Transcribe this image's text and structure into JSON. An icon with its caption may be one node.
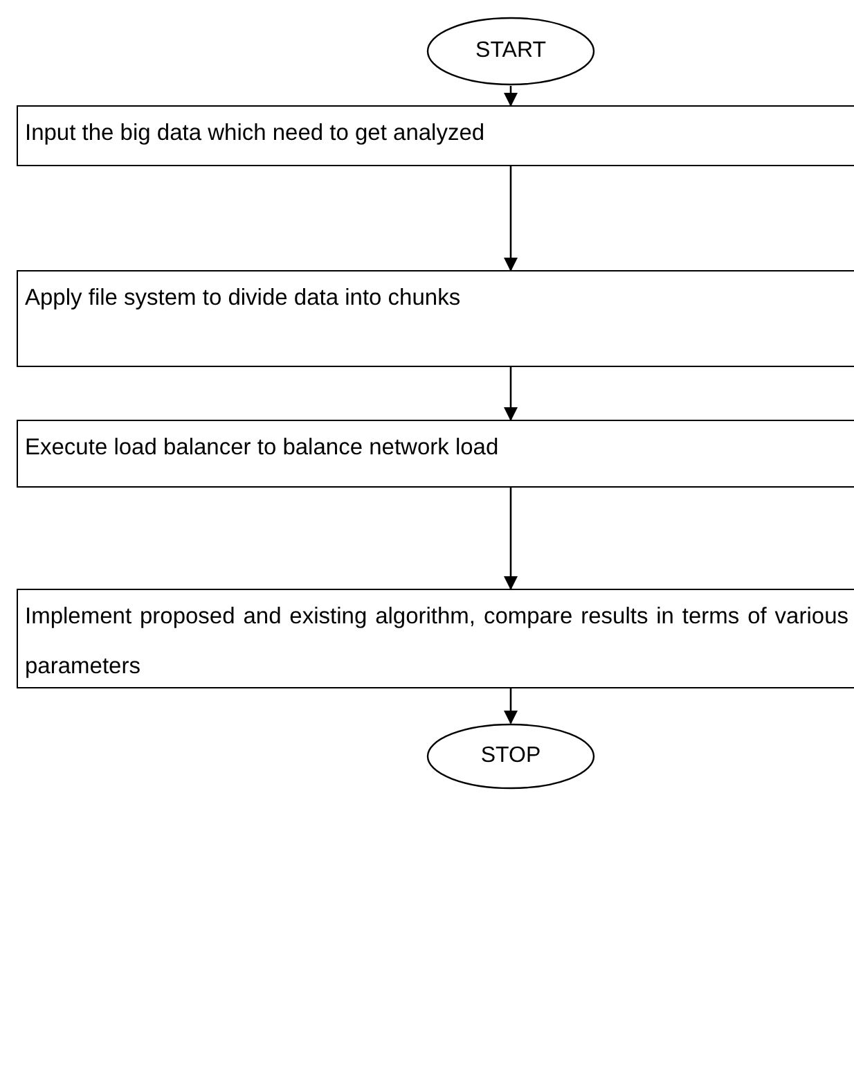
{
  "diagram": {
    "nodes": [
      {
        "text": [
          "START"
        ]
      },
      {
        "text": [
          "Input the big data which need to get analyzed"
        ]
      },
      {
        "text": [
          "Apply file system to divide data into chunks"
        ]
      },
      {
        "text": [
          "Execute load balancer to balance network load"
        ]
      },
      {
        "text": [
          "Implement proposed and existing algorithm, compare results in terms of various parameters"
        ]
      },
      {
        "text": [
          "STOP"
        ]
      }
    ],
    "edges": [
      {
        "from": 0,
        "to": 1,
        "arrow": "to"
      },
      {
        "from": 1,
        "to": 2,
        "arrow": "to"
      },
      {
        "from": 2,
        "to": 3,
        "arrow": "to"
      },
      {
        "from": 3,
        "to": 4,
        "arrow": "to"
      },
      {
        "from": 4,
        "to": 5,
        "arrow": "to"
      }
    ]
  }
}
